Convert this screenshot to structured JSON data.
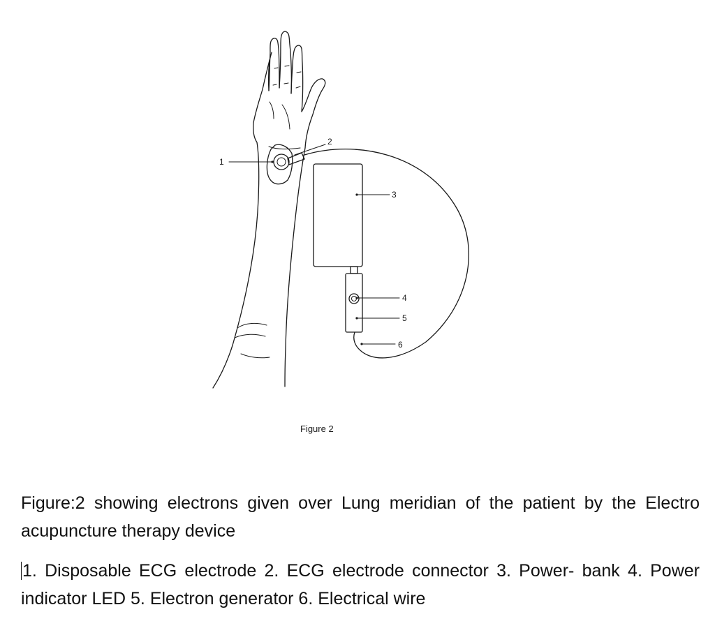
{
  "figure": {
    "label": "Figure 2",
    "callouts": [
      "1",
      "2",
      "3",
      "4",
      "5",
      "6"
    ]
  },
  "caption": {
    "main": "Figure:2 showing electrons given over Lung meridian of the patient by the Electro acupuncture therapy device",
    "legend": "1. Disposable ECG electrode 2. ECG electrode connector 3. Power- bank 4. Power indicator LED 5. Electron generator 6. Electrical wire"
  }
}
